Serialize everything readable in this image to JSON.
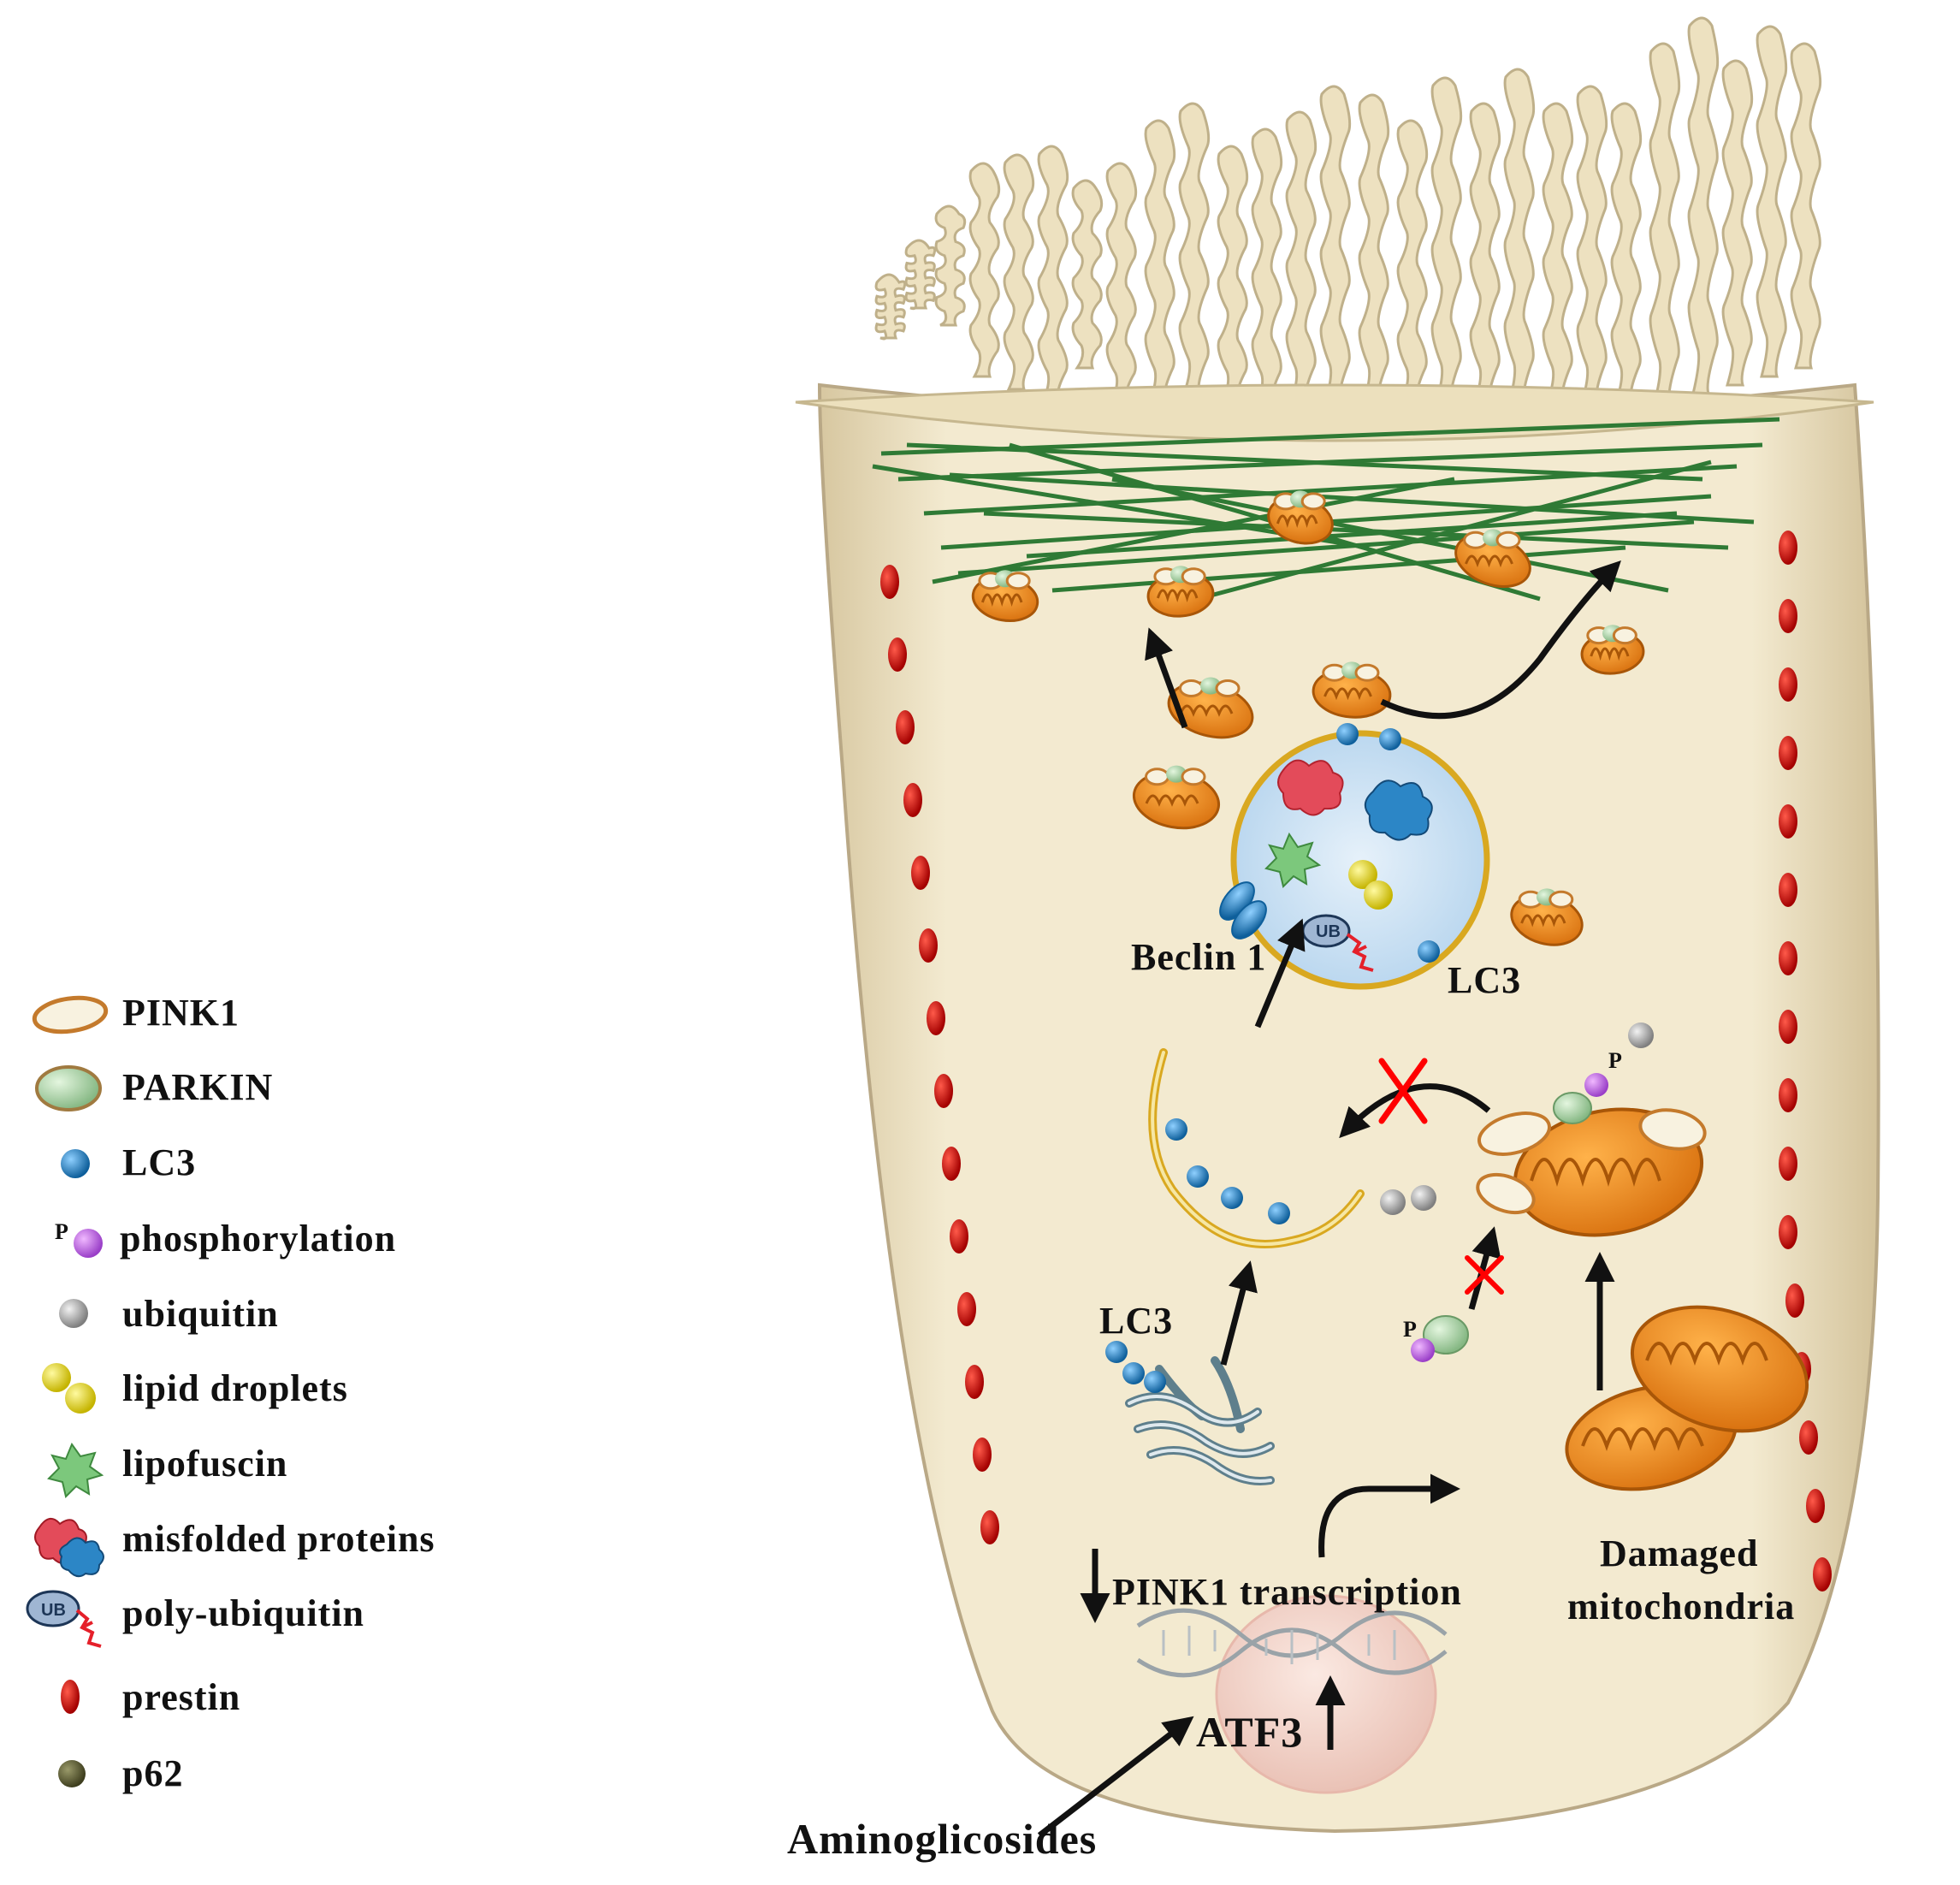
{
  "legend": [
    {
      "id": "pink1",
      "label": "PINK1",
      "icon": "pink1-icon"
    },
    {
      "id": "parkin",
      "label": "PARKIN",
      "icon": "parkin-icon"
    },
    {
      "id": "lc3",
      "label": "LC3",
      "icon": "lc3-icon"
    },
    {
      "id": "phosphorylation",
      "label": "phosphorylation",
      "icon": "phosphorylation-icon",
      "icon_letter": "P"
    },
    {
      "id": "ubiquitin",
      "label": "ubiquitin",
      "icon": "ubiquitin-icon"
    },
    {
      "id": "lipid",
      "label": "lipid  droplets",
      "icon": "lipid-droplets-icon"
    },
    {
      "id": "lipofuscin",
      "label": "lipofuscin",
      "icon": "lipofuscin-icon"
    },
    {
      "id": "misfolded",
      "label": "misfolded  proteins",
      "icon": "misfolded-proteins-icon"
    },
    {
      "id": "polyub",
      "label": "poly-ubiquitin",
      "icon": "poly-ubiquitin-icon",
      "icon_letter": "UB"
    },
    {
      "id": "prestin",
      "label": "prestin",
      "icon": "prestin-icon"
    },
    {
      "id": "p62",
      "label": "p62",
      "icon": "p62-icon"
    }
  ],
  "labels": {
    "beclin1": "Beclin 1",
    "lc3_autophagosome": "LC3",
    "lc3_er": "LC3",
    "pink1_transcription": "PINK1 transcription",
    "damaged_line1": "Damaged",
    "damaged_line2": "mitochondria",
    "atf3": "ATF3",
    "aminoglicosides": "Aminoglicosides",
    "p_parkin_mito": "P",
    "p_parkin_free": "P",
    "ub_autophagosome": "UB"
  },
  "colors": {
    "cell_fill": "#f1e6c6",
    "cell_stroke": "#b9a886",
    "stereocilia": "#ede1c0",
    "actin": "#2f7a35",
    "prestin": "#d11212",
    "mito_fill": "#f08a1a",
    "mito_dark": "#c2650a",
    "lc3": "#1f7fbf",
    "phospho": "#b45ee0",
    "ubiquitin": "#a4a4a4",
    "lipid": "#e8dc10",
    "lipofuscin": "#7cc87c",
    "misfolded_red": "#e34b5a",
    "misfolded_blue": "#2c86c6",
    "nucleus": "#f2d5cc",
    "inhibit": "#ff0000",
    "p62": "#5a5a32"
  }
}
